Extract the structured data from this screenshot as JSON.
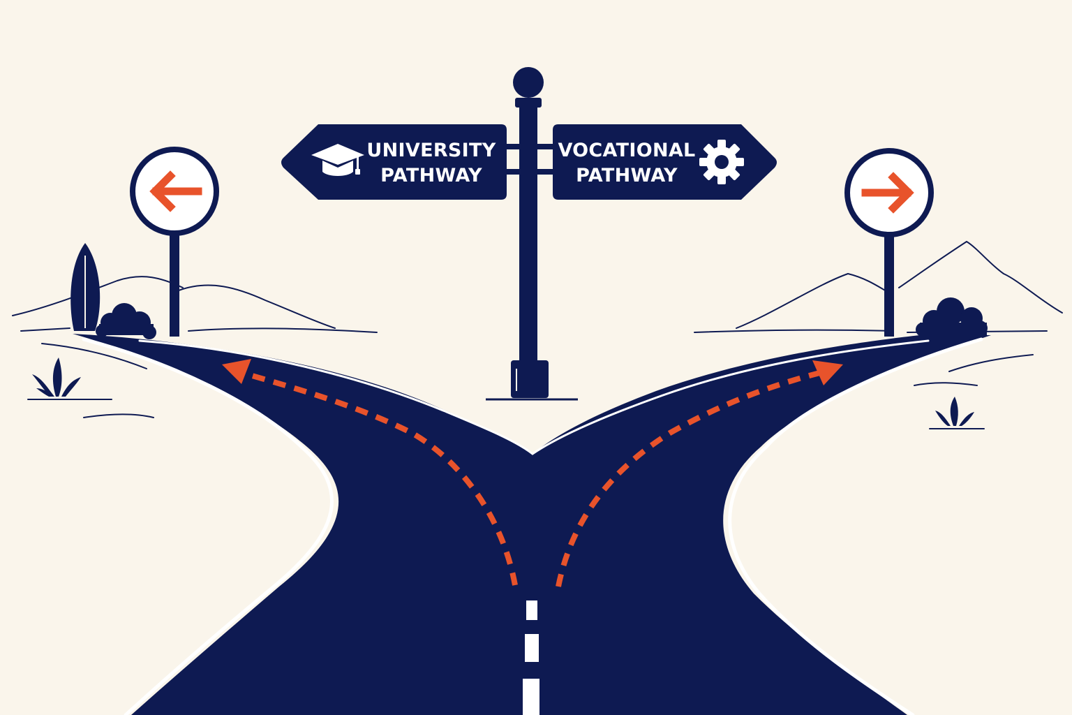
{
  "signpost": {
    "left_sign": {
      "line1": "UNIVERSITY",
      "line2": "PATHWAY",
      "icon": "graduation-cap-icon",
      "direction": "left"
    },
    "right_sign": {
      "line1": "VOCATIONAL",
      "line2": "PATHWAY",
      "icon": "gear-icon",
      "direction": "right"
    }
  },
  "road_signs": [
    {
      "name": "left-direction-sign",
      "icon": "left-arrow-icon"
    },
    {
      "name": "right-direction-sign",
      "icon": "right-arrow-icon"
    }
  ],
  "colors": {
    "background": "#faf5eb",
    "navy": "#0e1a52",
    "accent": "#e8532b",
    "line": "#ffffff"
  }
}
